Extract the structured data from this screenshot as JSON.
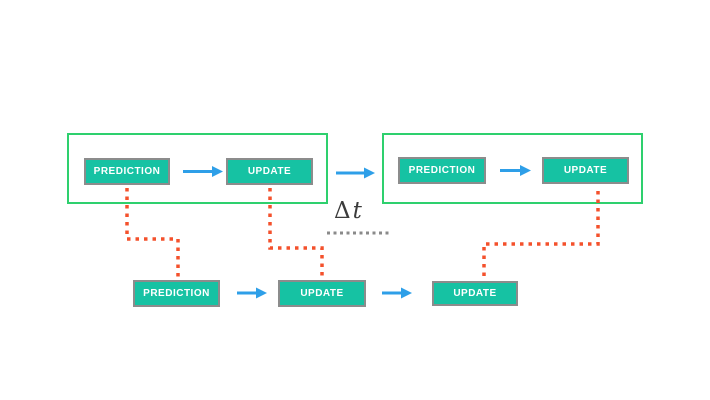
{
  "colors": {
    "teal": "#16C2A3",
    "node_border": "#8C8C8C",
    "frame_green": "#2ED06E",
    "arrow_blue": "#2E9FE8",
    "connector_red": "#F4512C",
    "dotted_gray": "#8A8A8A",
    "node_text": "#FFFFFF",
    "delta_text": "#3B3B3B"
  },
  "nodes": {
    "top_left_prediction": "PREDICTION",
    "top_left_update": "UPDATE",
    "top_right_prediction": "PREDICTION",
    "top_right_update": "UPDATE",
    "bottom_prediction": "PREDICTION",
    "bottom_update_mid": "UPDATE",
    "bottom_update_right": "UPDATE"
  },
  "labels": {
    "delta": "Δ",
    "t": "t"
  }
}
